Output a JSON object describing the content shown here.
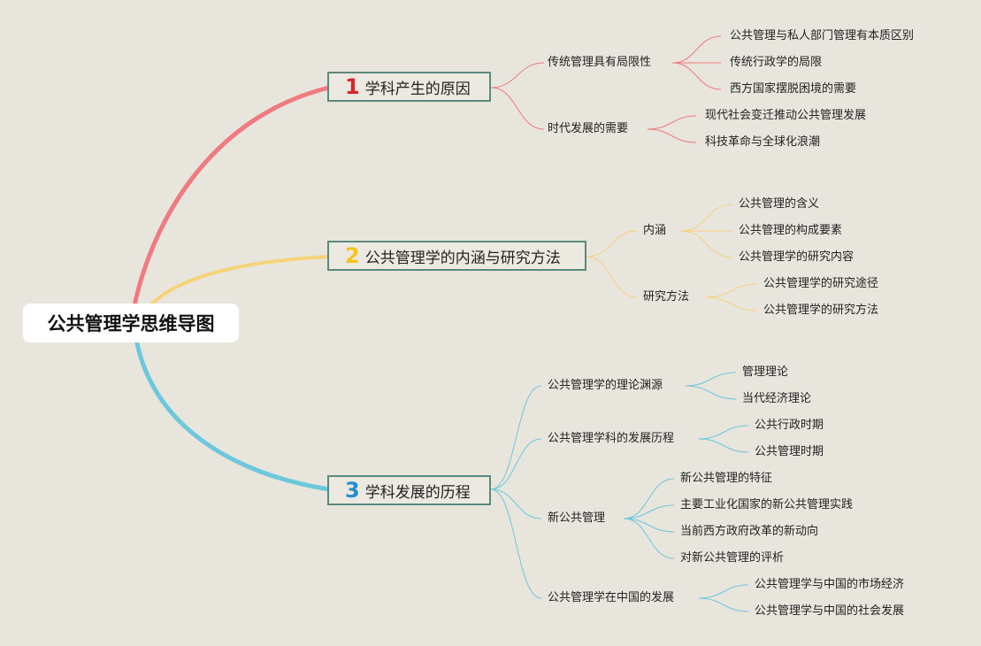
{
  "title": "公共管理学思维导图",
  "colors": {
    "branch1": "#f07a7f",
    "branch2": "#f6d27a",
    "branch3": "#6cc8dc",
    "num1": "#d9232e",
    "num2": "#f5c518",
    "num3": "#1f8fd1",
    "border": "#5a8a7e"
  },
  "branches": [
    {
      "num": "1",
      "label": "学科产生的原因",
      "children": [
        {
          "label": "传统管理具有局限性",
          "children": [
            "公共管理与私人部门管理有本质区别",
            "传统行政学的局限",
            "西方国家摆脱困境的需要"
          ]
        },
        {
          "label": "时代发展的需要",
          "children": [
            "现代社会变迁推动公共管理发展",
            "科技革命与全球化浪潮"
          ]
        }
      ]
    },
    {
      "num": "2",
      "label": "公共管理学的内涵与研究方法",
      "children": [
        {
          "label": "内涵",
          "children": [
            "公共管理的含义",
            "公共管理的构成要素",
            "公共管理学的研究内容"
          ]
        },
        {
          "label": "研究方法",
          "children": [
            "公共管理学的研究途径",
            "公共管理学的研究方法"
          ]
        }
      ]
    },
    {
      "num": "3",
      "label": "学科发展的历程",
      "children": [
        {
          "label": "公共管理学的理论渊源",
          "children": [
            "管理理论",
            "当代经济理论"
          ]
        },
        {
          "label": "公共管理学科的发展历程",
          "children": [
            "公共行政时期",
            "公共管理时期"
          ]
        },
        {
          "label": "新公共管理",
          "children": [
            "新公共管理的特征",
            "主要工业化国家的新公共管理实践",
            "当前西方政府改革的新动向",
            "对新公共管理的评析"
          ]
        },
        {
          "label": "公共管理学在中国的发展",
          "children": [
            "公共管理学与中国的市场经济",
            "公共管理学与中国的社会发展"
          ]
        }
      ]
    }
  ]
}
